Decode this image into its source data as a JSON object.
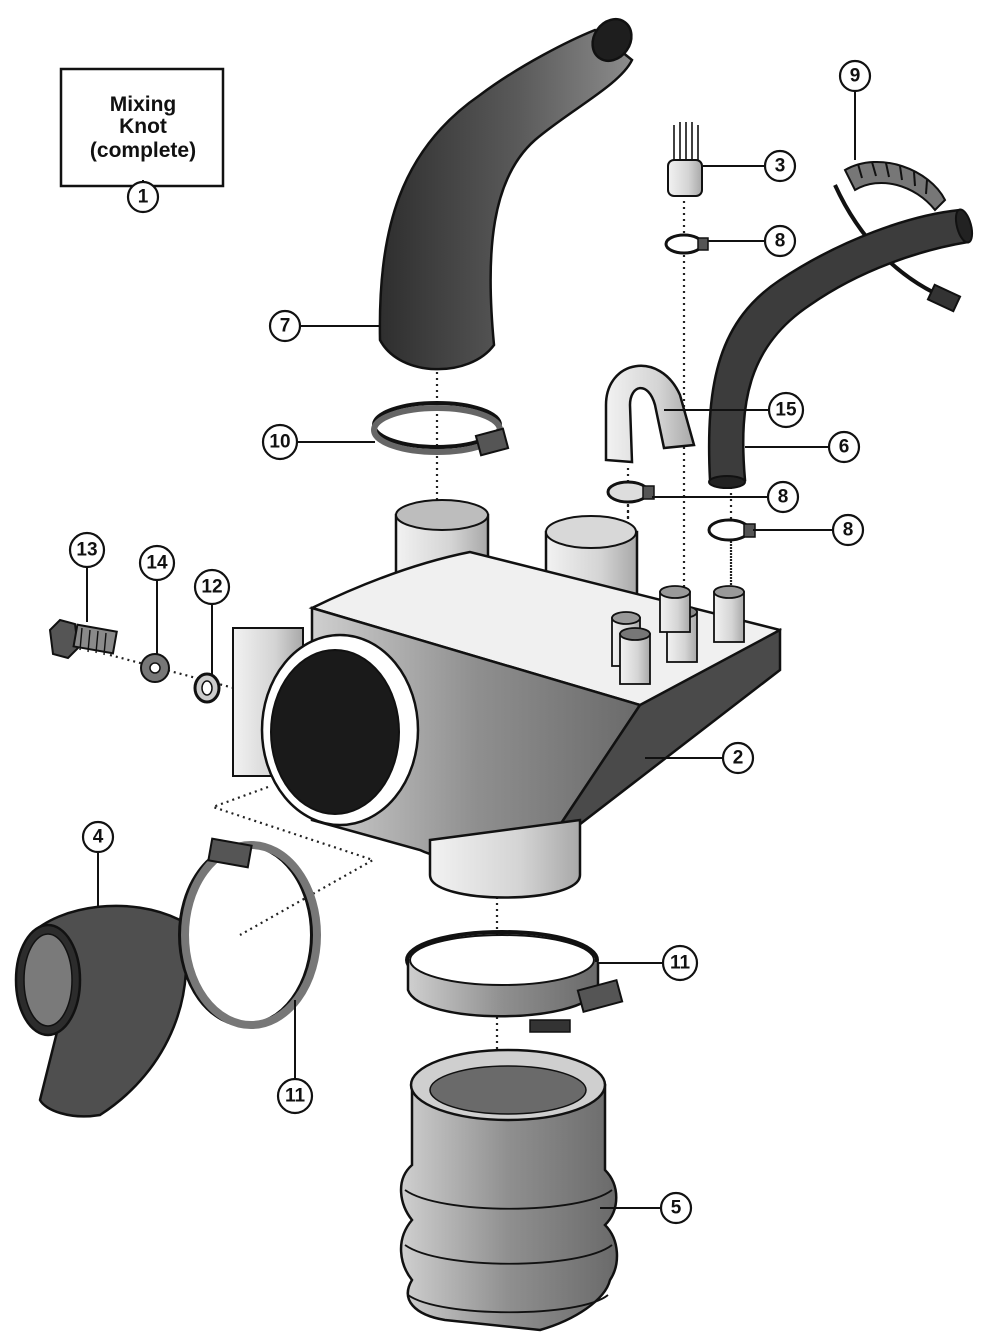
{
  "title_box": {
    "lines": [
      "Mixing",
      "Knot",
      "(complete)"
    ],
    "number": "1"
  },
  "callouts": [
    {
      "id": "c9",
      "number": "9"
    },
    {
      "id": "c3",
      "number": "3"
    },
    {
      "id": "c8a",
      "number": "8"
    },
    {
      "id": "c7",
      "number": "7"
    },
    {
      "id": "c15",
      "number": "15"
    },
    {
      "id": "c10",
      "number": "10"
    },
    {
      "id": "c6",
      "number": "6"
    },
    {
      "id": "c8b",
      "number": "8"
    },
    {
      "id": "c8c",
      "number": "8"
    },
    {
      "id": "c13",
      "number": "13"
    },
    {
      "id": "c14",
      "number": "14"
    },
    {
      "id": "c12",
      "number": "12"
    },
    {
      "id": "c2",
      "number": "2"
    },
    {
      "id": "c4",
      "number": "4"
    },
    {
      "id": "c11a",
      "number": "11"
    },
    {
      "id": "c11b",
      "number": "11"
    },
    {
      "id": "c5",
      "number": "5"
    }
  ],
  "colors": {
    "ink": "#111111",
    "dark_part": "#4a4a4a",
    "mid_part": "#8a8a8a",
    "light_part": "#d9d9d9"
  }
}
